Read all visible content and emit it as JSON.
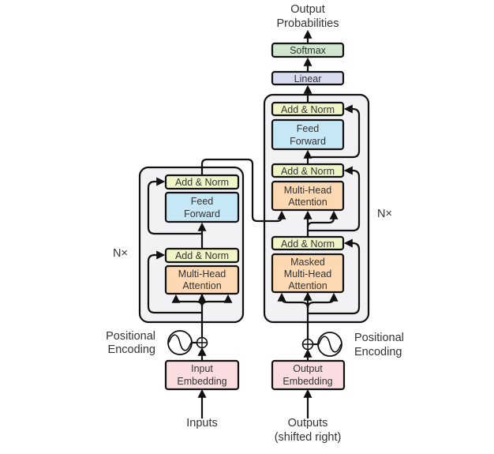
{
  "colors": {
    "add_norm": "#f1f4c6",
    "feed_forward": "#c6e7f5",
    "attention": "#fcd9b3",
    "embedding": "#fadde1",
    "softmax": "#cfe7cf",
    "linear": "#d9dbf1",
    "container": "#f2f2f4"
  },
  "top": {
    "output_probabilities": [
      "Output",
      "Probabilities"
    ],
    "softmax": "Softmax",
    "linear": "Linear"
  },
  "encoder": {
    "repeat_label": "N×",
    "add_norm_top": "Add & Norm",
    "feed_forward": [
      "Feed",
      "Forward"
    ],
    "add_norm_bottom": "Add & Norm",
    "attention": [
      "Multi-Head",
      "Attention"
    ],
    "positional_encoding": [
      "Positional",
      "Encoding"
    ],
    "embedding": [
      "Input",
      "Embedding"
    ],
    "input_label": "Inputs"
  },
  "decoder": {
    "repeat_label": "N×",
    "add_norm_1": "Add & Norm",
    "feed_forward": [
      "Feed",
      "Forward"
    ],
    "add_norm_2": "Add & Norm",
    "attention": [
      "Multi-Head",
      "Attention"
    ],
    "add_norm_3": "Add & Norm",
    "masked_attention": [
      "Masked",
      "Multi-Head",
      "Attention"
    ],
    "positional_encoding": [
      "Positional",
      "Encoding"
    ],
    "embedding": [
      "Output",
      "Embedding"
    ],
    "input_label": [
      "Outputs",
      "(shifted right)"
    ]
  }
}
